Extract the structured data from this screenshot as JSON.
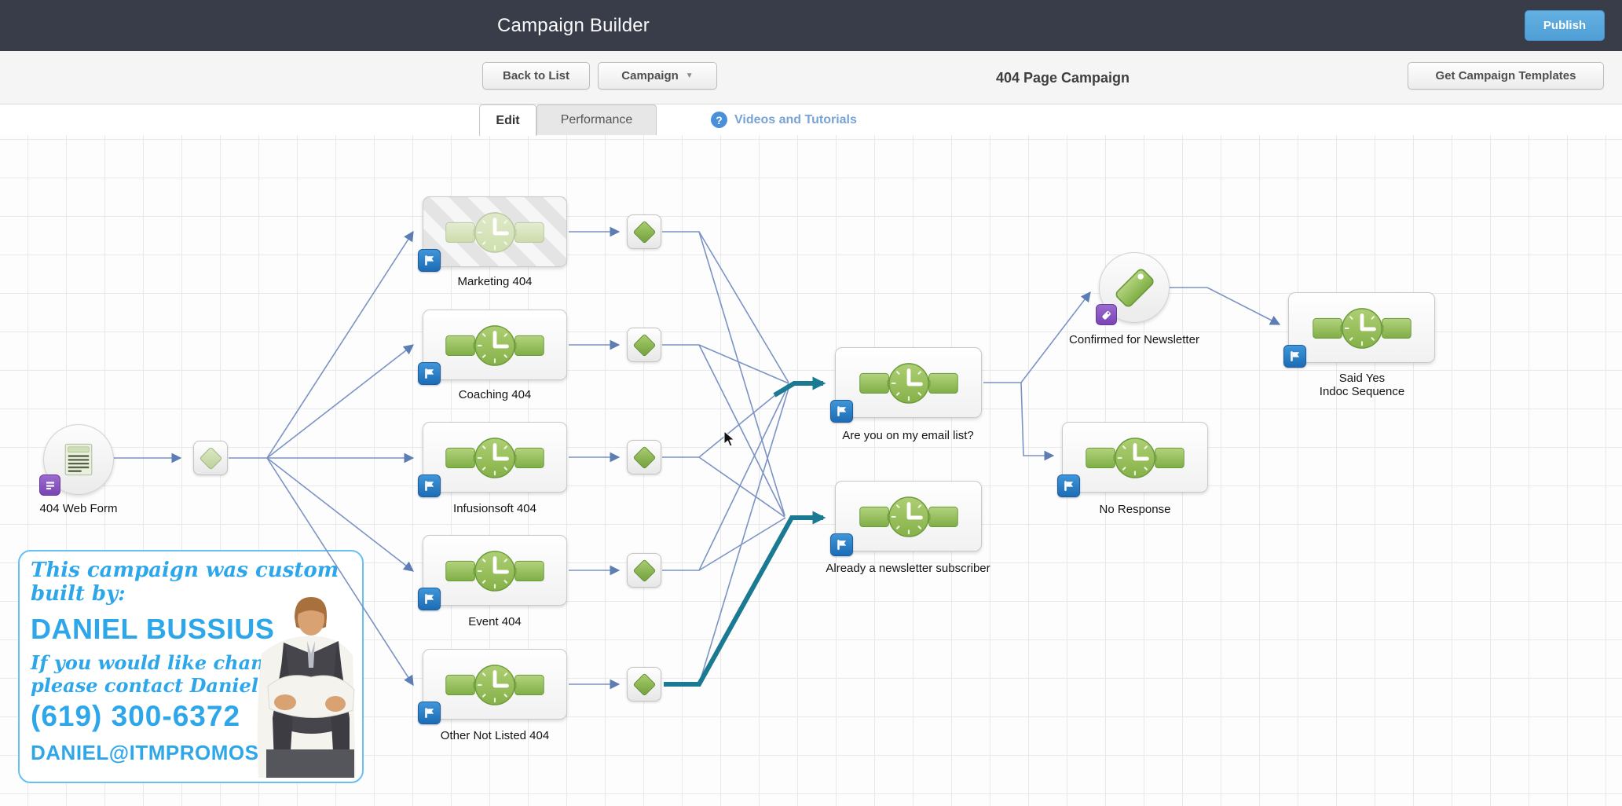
{
  "header": {
    "title": "Campaign Builder",
    "publish": "Publish"
  },
  "toolbar": {
    "back": "Back to List",
    "campaign": "Campaign",
    "page_title": "404 Page Campaign",
    "templates": "Get Campaign Templates"
  },
  "tabs": {
    "edit": "Edit",
    "performance": "Performance",
    "help_link": "Videos and Tutorials",
    "help_glyph": "?"
  },
  "nodes": {
    "web_form": {
      "label": "404 Web Form"
    },
    "marketing": {
      "label": "Marketing 404"
    },
    "coaching": {
      "label": "Coaching 404"
    },
    "infusionsoft": {
      "label": "Infusionsoft 404"
    },
    "event": {
      "label": "Event 404"
    },
    "other": {
      "label": "Other Not Listed 404"
    },
    "email_list": {
      "label": "Are you on my email list?"
    },
    "newsletter": {
      "label": "Already a newsletter subscriber"
    },
    "confirmed": {
      "label": "Confirmed for Newsletter"
    },
    "no_response": {
      "label": "No Response"
    },
    "said_yes": {
      "line1": "Said Yes",
      "line2": "Indoc Sequence"
    }
  },
  "watermark": {
    "intro": "This campaign was custom built by:",
    "name": "DANIEL BUSSIUS",
    "note1": "If you would like changes",
    "note2": "please contact Daniel at:",
    "phone": "(619) 300-6372",
    "email": "DANIEL@ITMPROMOS.COM"
  },
  "colors": {
    "header_bg": "#383d49",
    "publish_blue": "#58a8dc",
    "edge_blue": "#7b93c4",
    "selected_teal": "#1a7a92",
    "node_green": "#8cbf56",
    "flag_badge_blue": "#2f86c9",
    "badge_purple": "#8a5cc0",
    "watermark_blue": "#2ea7ea"
  }
}
